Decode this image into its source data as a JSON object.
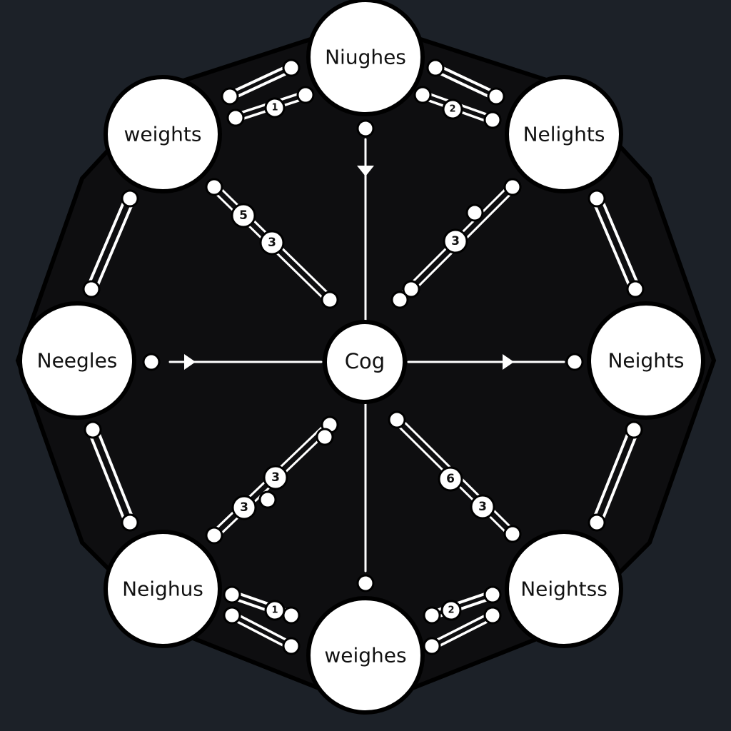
{
  "colors": {
    "background": "#1c2128",
    "octagon_fill": "#0e0e10",
    "node_fill": "#ffffff",
    "line": "#ffffff",
    "text": "#111111"
  },
  "diagram": {
    "center_node": {
      "id": "cog",
      "label": "Cog"
    },
    "outer_nodes": [
      {
        "id": "n-top",
        "label": "Niughes"
      },
      {
        "id": "n-top-right",
        "label": "Nelights"
      },
      {
        "id": "n-right",
        "label": "Neights"
      },
      {
        "id": "n-bottom-right",
        "label": "Neightss"
      },
      {
        "id": "n-bottom",
        "label": "weighes"
      },
      {
        "id": "n-bottom-left",
        "label": "Neighus"
      },
      {
        "id": "n-left",
        "label": "Neegles"
      },
      {
        "id": "n-top-left",
        "label": "weights"
      }
    ],
    "weights": [
      {
        "id": "w-tl-top",
        "label": "1"
      },
      {
        "id": "w-top-tr",
        "label": "2"
      },
      {
        "id": "w-bl-bottom",
        "label": "1"
      },
      {
        "id": "w-bottom-br",
        "label": "2"
      },
      {
        "id": "w-spoke-tl-a",
        "label": "5"
      },
      {
        "id": "w-spoke-tl-b",
        "label": "3"
      },
      {
        "id": "w-spoke-tr",
        "label": "3"
      },
      {
        "id": "w-spoke-bl-a",
        "label": "3"
      },
      {
        "id": "w-spoke-bl-b",
        "label": "3"
      },
      {
        "id": "w-spoke-br-a",
        "label": "6"
      },
      {
        "id": "w-spoke-br-b",
        "label": "3"
      }
    ]
  }
}
